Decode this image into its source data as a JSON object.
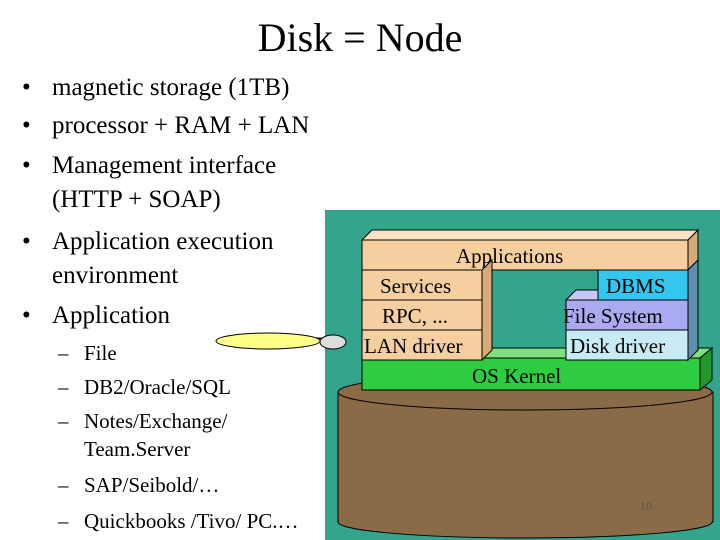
{
  "title": "Disk = Node",
  "bullets": [
    {
      "text": "magnetic storage (1TB)"
    },
    {
      "text": "processor + RAM + LAN"
    },
    {
      "text": "Management interface",
      "cont": "(HTTP + SOAP)"
    },
    {
      "text": "Application execution",
      "cont": "environment"
    },
    {
      "text": "Application"
    }
  ],
  "sub_bullets": [
    {
      "text": "File"
    },
    {
      "text": "DB2/Oracle/SQL"
    },
    {
      "text": "Notes/Exchange/",
      "cont": "Team.Server"
    },
    {
      "text": "SAP/Seibold/…"
    },
    {
      "text": "Quickbooks /Tivo/ PC.…"
    }
  ],
  "diagram": {
    "applications": "Applications",
    "services": "Services",
    "rpc": "RPC, ...",
    "lan_driver": "LAN driver",
    "dbms": "DBMS",
    "file_system": "File System",
    "disk_driver": "Disk driver",
    "os_kernel": "OS Kernel",
    "colors": {
      "panel": "#33a58c",
      "tan": "#f5cfa0",
      "tan_side": "#d7aa78",
      "blue": "#33c7f0",
      "purple": "#aaaaf0",
      "light_blue": "#c8eaf5",
      "green": "#2ecc40",
      "disk": "#8b6a48"
    }
  },
  "page_number": "10"
}
